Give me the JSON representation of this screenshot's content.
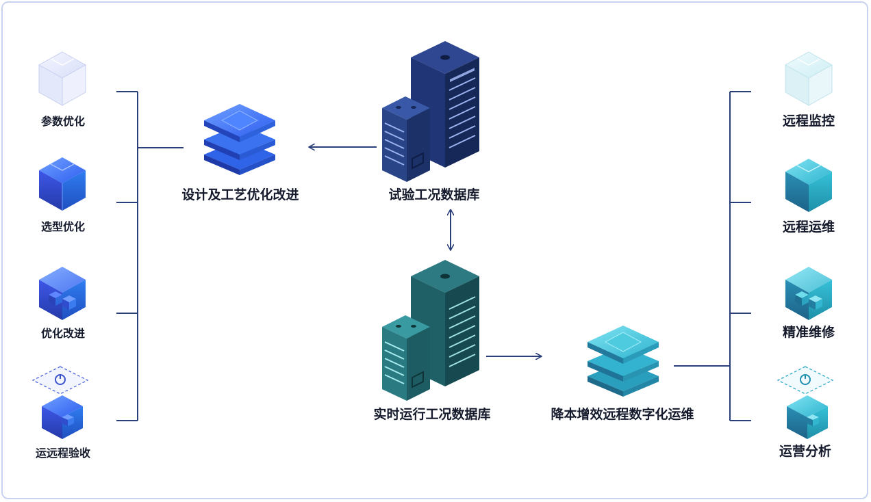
{
  "left_items": [
    "参数优化",
    "选型优化",
    "优化改进",
    "运远程验收"
  ],
  "right_items": [
    "远程监控",
    "远程运维",
    "精准维修",
    "运营分析"
  ],
  "center": {
    "design_label": "设计及工艺优化改进",
    "test_db_label": "试验工况数据库",
    "realtime_db_label": "实时运行工况数据库",
    "cost_label": "降本增效远程数字化运维"
  },
  "colors": {
    "line": "#2a3f7a",
    "blue_dark": "#1c2f6e",
    "teal_dark": "#1d5f66",
    "blue_bright": "#2a5ee0",
    "teal_bright": "#2aa7c4"
  }
}
